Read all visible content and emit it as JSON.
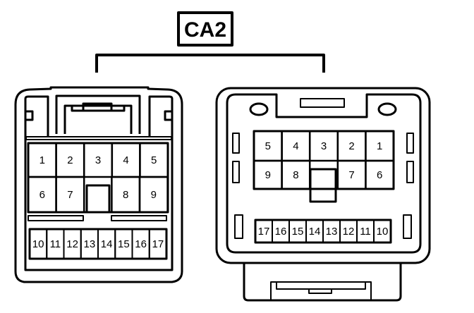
{
  "title": "CA2",
  "left_connector": {
    "upper_row": [
      "1",
      "2",
      "3",
      "4",
      "5"
    ],
    "middle_row": [
      "6",
      "7",
      "8",
      "9"
    ],
    "bottom_row": [
      "10",
      "11",
      "12",
      "13",
      "14",
      "15",
      "16",
      "17"
    ]
  },
  "right_connector": {
    "upper_row": [
      "5",
      "4",
      "3",
      "2",
      "1"
    ],
    "middle_row": [
      "9",
      "8",
      "7",
      "6"
    ],
    "bottom_row": [
      "17",
      "16",
      "15",
      "14",
      "13",
      "12",
      "11",
      "10"
    ]
  },
  "colors": {
    "line": "#000000",
    "background": "#ffffff"
  }
}
